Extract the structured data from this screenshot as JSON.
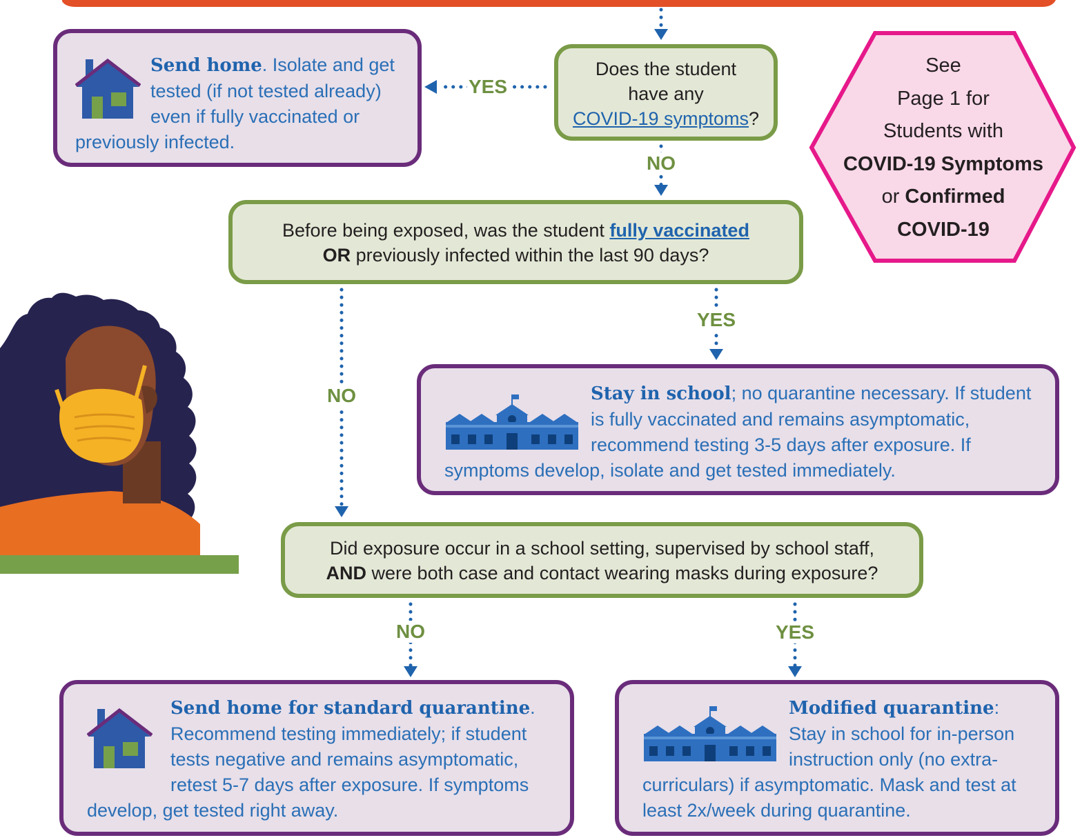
{
  "colors": {
    "question_fill": "#e3e8d6",
    "question_border": "#7a9b47",
    "outcome_fill": "#e8dfe9",
    "outcome_border": "#6a2c7a",
    "label_green": "#6e9041",
    "arrow_blue": "#1f63ad",
    "hex_fill": "#f9d8e8",
    "hex_border": "#e6198a",
    "top_bar": "#e34f26"
  },
  "icons": {
    "house": "house-icon",
    "school": "school-building-icon",
    "person": "masked-student-illustration"
  },
  "q1": {
    "line1": "Does the student",
    "line2": "have any",
    "link": "COVID-19 symptoms",
    "end": "?"
  },
  "send_home": {
    "heading": "Send home",
    "text_a": ". Isolate and get tested (if not tested already) even if fully vaccinated or previously infected."
  },
  "side_note": {
    "line1": "See",
    "line2": "Page 1 for",
    "line3": "Students with",
    "bold1": "COVID-19 Symptoms",
    "mid": "or",
    "bold2": "Confirmed",
    "bold3": "COVID-19"
  },
  "q2": {
    "text_a": "Before being exposed, was the student ",
    "link": "fully vaccinated",
    "bold": "OR",
    "text_b": " previously infected within the last 90 days?"
  },
  "stay": {
    "heading": "Stay in school",
    "text_a": "; no quarantine necessary. If student is fully vaccinated and remains asymptomatic, recommend testing 3-5 days after exposure. If symptoms develop, isolate and get tested immediately."
  },
  "q3": {
    "line1": "Did exposure occur in a school setting, supervised by school staff,",
    "bold": "AND",
    "text_b": " were both case and contact wearing masks during exposure?"
  },
  "standard": {
    "heading": "Send home for standard quarantine",
    "dot": ".",
    "text_a": "Recommend testing immediately; if student tests negative and remains asymptomatic, retest 5-7 days after exposure. If symptoms develop, get tested right away."
  },
  "modified": {
    "heading": "Modified quarantine",
    "colon": ":",
    "text_a": "Stay in school for in-person instruction only (no extra-curriculars) if asymptomatic. Mask and test at least 2x/week during quarantine."
  },
  "labels": {
    "yes": "YES",
    "no": "NO"
  }
}
